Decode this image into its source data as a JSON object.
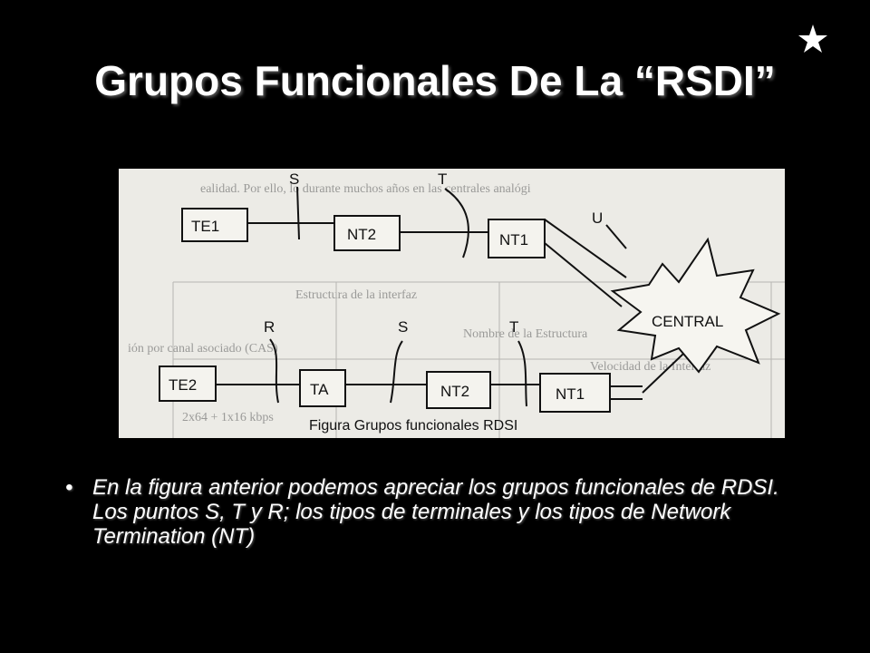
{
  "slide": {
    "title": "Grupos Funcionales De La “RSDI”",
    "bullet_marker": "•",
    "bullet": "En la figura anterior podemos apreciar los grupos funcionales de RDSI. Los puntos S, T y R; los tipos de terminales y los tipos de Network Termination (NT)"
  },
  "diagram": {
    "caption": "Figura Grupos funcionales RDSI",
    "top_row": {
      "boxes": [
        "TE1",
        "NT2",
        "NT1"
      ],
      "points": [
        "S",
        "T",
        "U"
      ]
    },
    "bottom_row": {
      "boxes": [
        "TE2",
        "TA",
        "NT2",
        "NT1"
      ],
      "points": [
        "R",
        "S",
        "T"
      ]
    },
    "exchange": "CENTRAL",
    "background_text": [
      "ealidad. Por ello, lo durante muchos años en las centrales analógi",
      "Estructura de la interfaz",
      "Nombre de la Estructura",
      "Velocidad de la Interfaz",
      "ión por canal asociado (CAS)",
      "2x64 + 1x16 kbps"
    ]
  },
  "colors": {
    "background": "#000000",
    "title": "#ffffff",
    "figure_bg": "#ecebe6"
  }
}
